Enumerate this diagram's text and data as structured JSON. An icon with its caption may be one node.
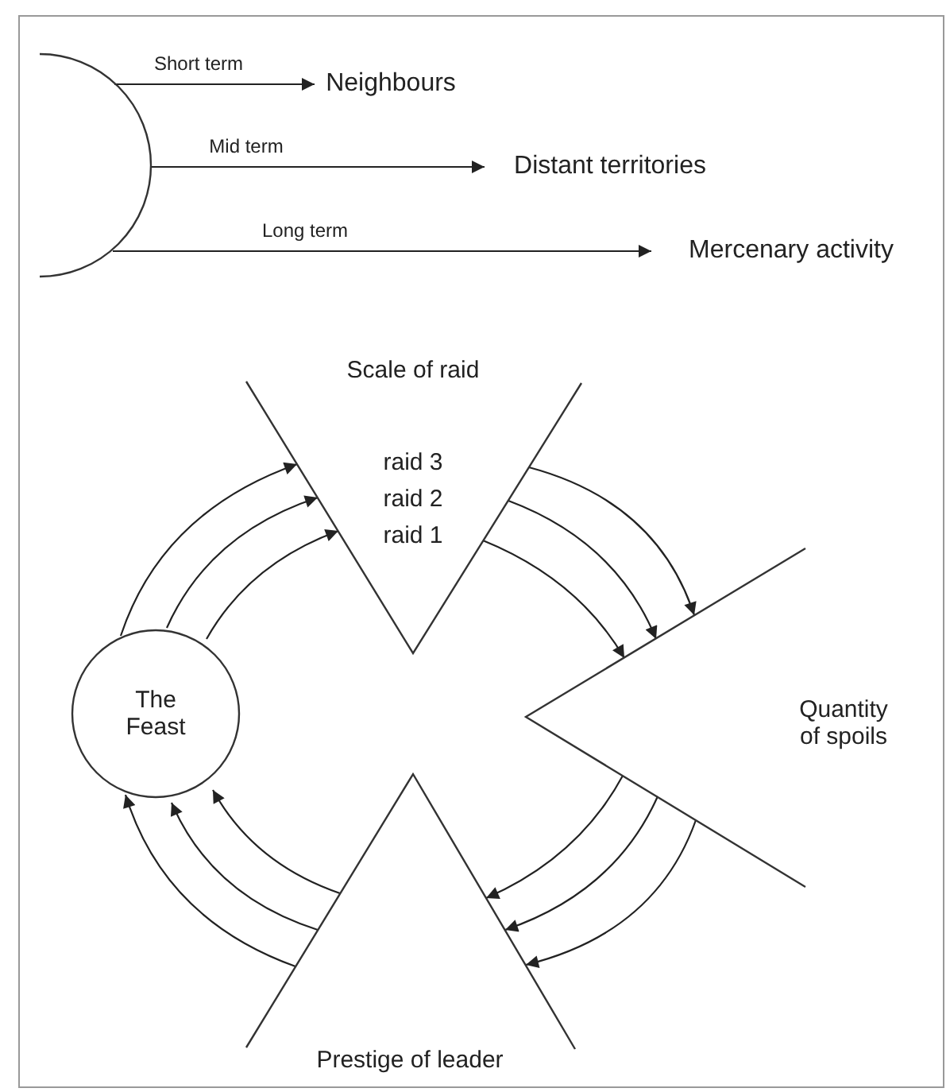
{
  "diagram": {
    "nodes": [
      {
        "text": [],
        "shape": "circle"
      },
      {
        "text": [
          "Neighbours"
        ]
      },
      {
        "text": [
          "Distant territories"
        ]
      },
      {
        "text": [
          "Mercenary activity"
        ]
      },
      {
        "text": [
          "Scale of raid",
          "raid 3",
          "raid 2",
          "raid 1"
        ]
      },
      {
        "text": [
          "Quantity of spoils"
        ]
      },
      {
        "text": [
          "Prestige of leader"
        ]
      },
      {
        "text": [
          "The Feast"
        ]
      }
    ],
    "edges": [
      {
        "from": 0,
        "to": 1,
        "arrow": "to",
        "label": "Short term"
      },
      {
        "from": 0,
        "to": 2,
        "arrow": "to",
        "label": "Mid term"
      },
      {
        "from": 0,
        "to": 3,
        "arrow": "to",
        "label": "Long term"
      },
      {
        "from": 7,
        "to": 4,
        "arrow": "to"
      },
      {
        "from": 7,
        "to": 4,
        "arrow": "to"
      },
      {
        "from": 7,
        "to": 4,
        "arrow": "to"
      },
      {
        "from": 4,
        "to": 5,
        "arrow": "to"
      },
      {
        "from": 4,
        "to": 5,
        "arrow": "to"
      },
      {
        "from": 4,
        "to": 5,
        "arrow": "to"
      },
      {
        "from": 5,
        "to": 6,
        "arrow": "to"
      },
      {
        "from": 5,
        "to": 6,
        "arrow": "to"
      },
      {
        "from": 5,
        "to": 6,
        "arrow": "to"
      },
      {
        "from": 6,
        "to": 7,
        "arrow": "to"
      },
      {
        "from": 6,
        "to": 7,
        "arrow": "to"
      },
      {
        "from": 6,
        "to": 7,
        "arrow": "to"
      }
    ]
  }
}
